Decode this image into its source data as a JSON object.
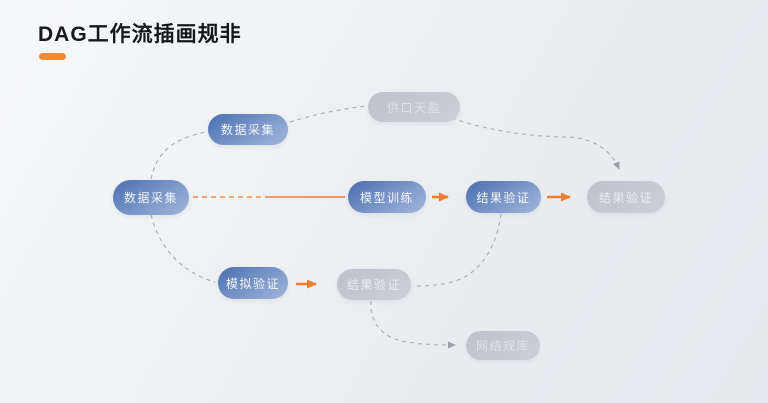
{
  "page": {
    "title": "DAG工作流插画规非"
  },
  "colors": {
    "accent_orange": "#ED7D31",
    "node_blue_dark": "#4a6fb0",
    "node_blue_light": "#a2b7db",
    "node_gray": "#c4c9d0",
    "edge_gray": "#a6acb5",
    "background": "#edeff2"
  },
  "nodes": [
    {
      "id": "supplier",
      "label": "供口天盈",
      "type": "gray"
    },
    {
      "id": "data-collect-top",
      "label": "数据采集",
      "type": "blue"
    },
    {
      "id": "data-collect-left",
      "label": "数据采集",
      "type": "blue"
    },
    {
      "id": "model-train",
      "label": "模型训练",
      "type": "blue"
    },
    {
      "id": "result-verify",
      "label": "结果验证",
      "type": "blue"
    },
    {
      "id": "result-verify-final",
      "label": "结果验证",
      "type": "gray"
    },
    {
      "id": "sim-verify",
      "label": "模拟验证",
      "type": "blue"
    },
    {
      "id": "result-verify-mid",
      "label": "结果验证",
      "type": "gray"
    },
    {
      "id": "network-store",
      "label": "网络规库",
      "type": "gray"
    }
  ],
  "edges": [
    {
      "from": "data-collect-left",
      "to": "data-collect-top",
      "style": "dashed-gray"
    },
    {
      "from": "data-collect-top",
      "to": "supplier",
      "style": "dashed-gray"
    },
    {
      "from": "data-collect-left",
      "to": "model-train",
      "style": "orange-dashed-solid"
    },
    {
      "from": "model-train",
      "to": "result-verify",
      "style": "orange-arrow"
    },
    {
      "from": "result-verify",
      "to": "result-verify-final",
      "style": "orange-arrow"
    },
    {
      "from": "supplier",
      "to": "result-verify-final",
      "style": "dashed-gray-arrow"
    },
    {
      "from": "data-collect-left",
      "to": "sim-verify",
      "style": "dashed-gray"
    },
    {
      "from": "sim-verify",
      "to": "result-verify-mid",
      "style": "orange-arrow"
    },
    {
      "from": "result-verify",
      "to": "result-verify-mid",
      "style": "dashed-gray"
    },
    {
      "from": "result-verify-mid",
      "to": "network-store",
      "style": "dashed-gray-arrow"
    }
  ]
}
